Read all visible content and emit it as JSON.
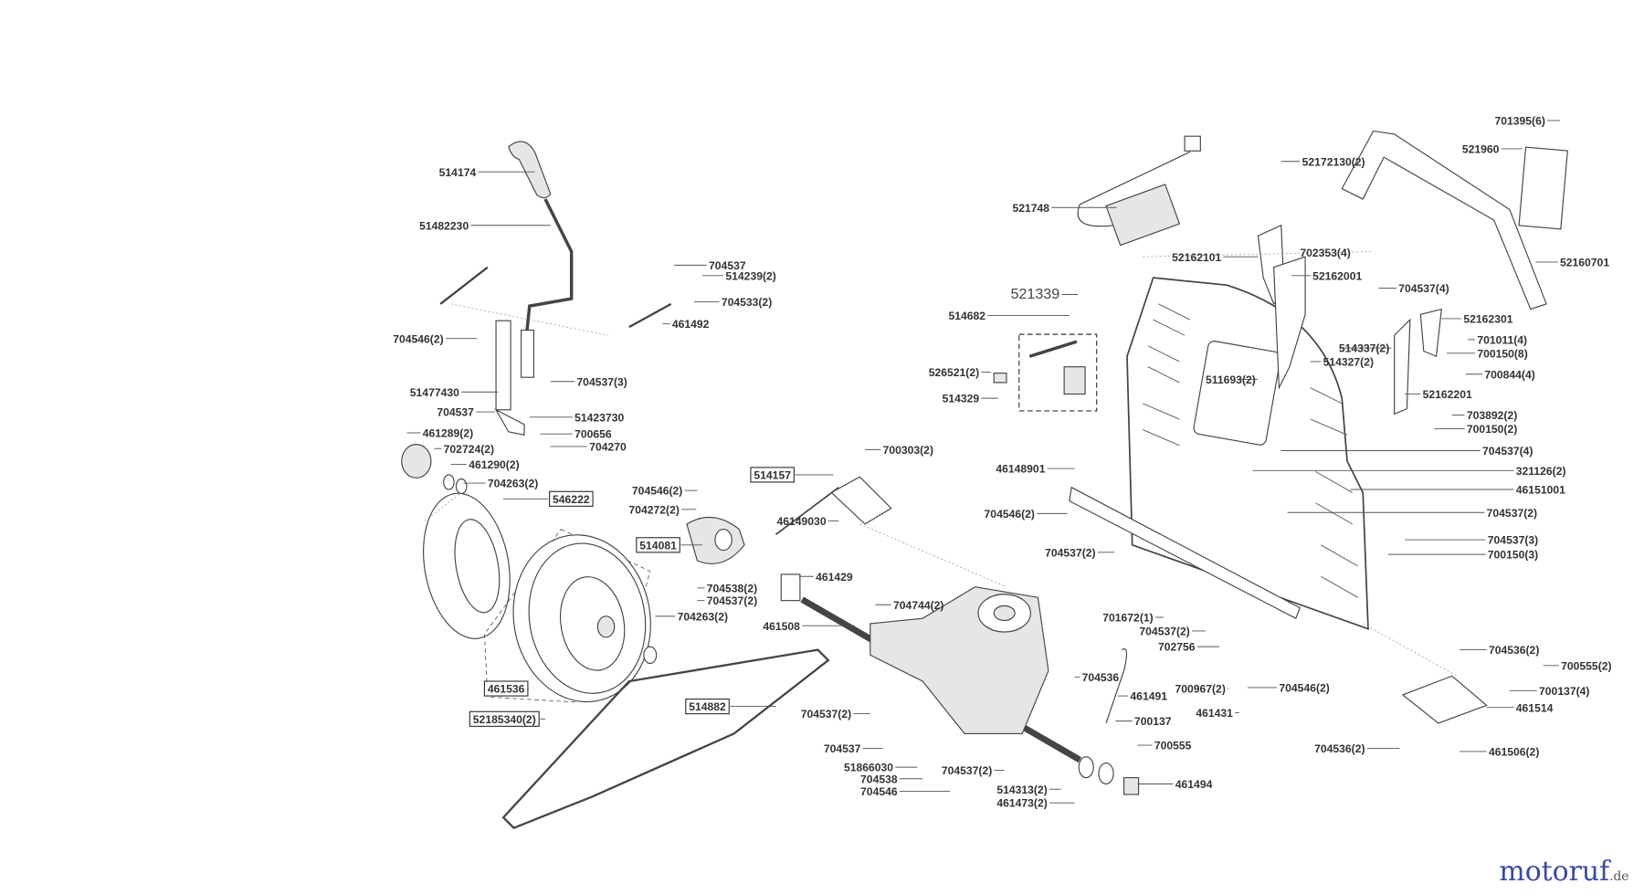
{
  "callouts": [
    "514174",
    "51482230",
    "704537",
    "514239(2)",
    "704533(2)",
    "461492",
    "704546(2)",
    "704537(3)",
    "51477430",
    "704537",
    "51423730",
    "700656",
    "704270",
    "461289(2)",
    "702724(2)",
    "461290(2)",
    "704263(2)",
    "546222",
    "704546(2)",
    "704272(2)",
    "514081",
    "514157",
    "700303(2)",
    "46149030",
    "461429",
    "704538(2)",
    "704537(2)",
    "704263(2)",
    "704744(2)",
    "461508",
    "461536",
    "52185340(2)",
    "514882",
    "704537(2)",
    "704537",
    "51866030",
    "704538",
    "704546",
    "704537(2)",
    "514313(2)",
    "461473(2)",
    "461494",
    "704536",
    "461491",
    "700137",
    "700555",
    "700967(2)",
    "461431",
    "704546(2)",
    "702756",
    "704537(2)",
    "701672(1)",
    "704546(2)",
    "704537(2)",
    "46148901",
    "521339",
    "514682",
    "526521(2)",
    "514329",
    "521748",
    "52172130(2)",
    "52162101",
    "702353(4)",
    "52162001",
    "511693(2)",
    "704537(4)",
    "514337(2)",
    "514327(2)",
    "52162301",
    "701011(4)",
    "700150(8)",
    "700844(4)",
    "52162201",
    "703892(2)",
    "700150(2)",
    "704537(4)",
    "321126(2)",
    "46151001",
    "704537(2)",
    "704537(3)",
    "700150(3)",
    "701395(6)",
    "521960",
    "52160701",
    "704536(2)",
    "700555(2)",
    "700137(4)",
    "461514",
    "704536(2)",
    "461506(2)"
  ],
  "watermark": {
    "brand": "motoruf",
    "tld": ".de"
  }
}
